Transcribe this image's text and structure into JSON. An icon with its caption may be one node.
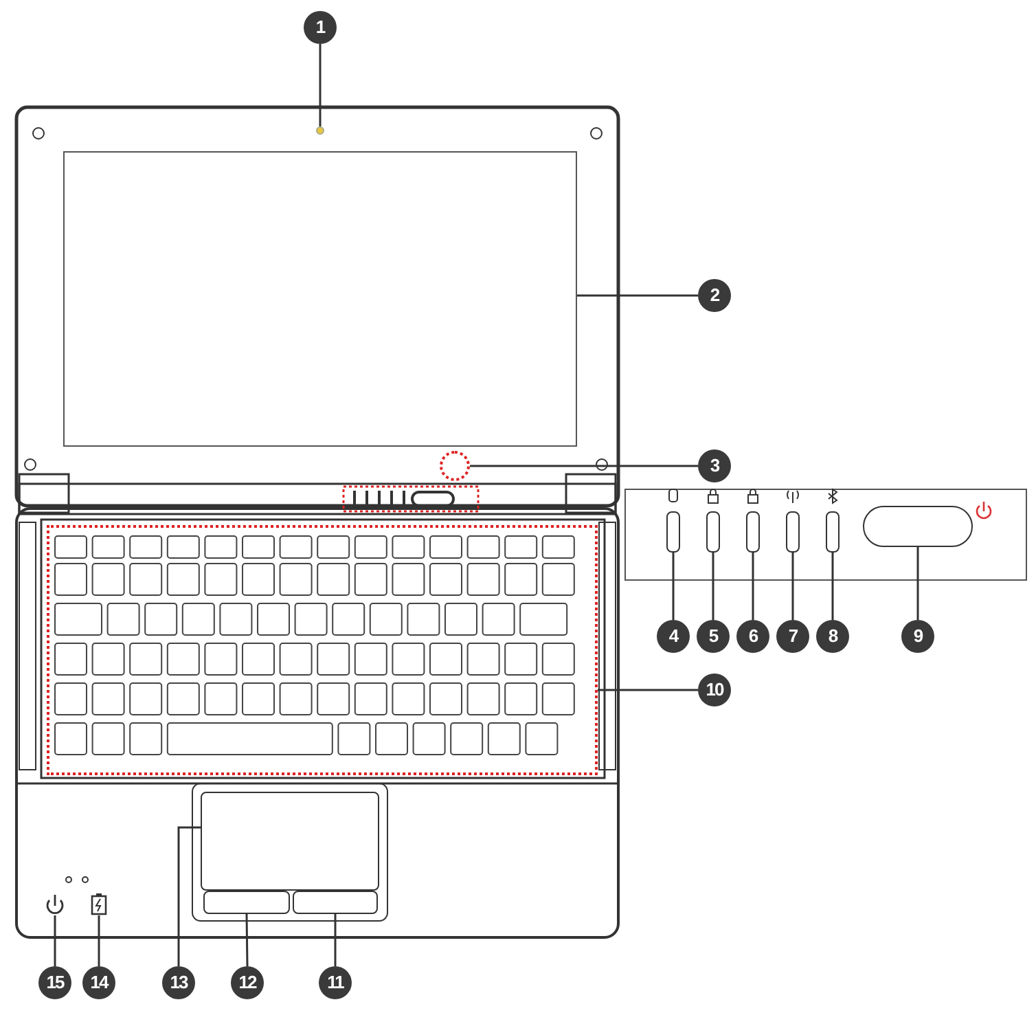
{
  "diagram": {
    "nodes": [
      {
        "text": [
          "1"
        ]
      },
      {
        "text": [
          "2"
        ]
      },
      {
        "text": [
          "3"
        ]
      },
      {
        "text": [
          "4"
        ]
      },
      {
        "text": [
          "5"
        ]
      },
      {
        "text": [
          "6"
        ]
      },
      {
        "text": [
          "7"
        ]
      },
      {
        "text": [
          "8"
        ]
      },
      {
        "text": [
          "9"
        ]
      },
      {
        "text": [
          "10"
        ]
      },
      {
        "text": [
          "11"
        ]
      },
      {
        "text": [
          "12"
        ]
      },
      {
        "text": [
          "13"
        ]
      },
      {
        "text": [
          "14"
        ]
      },
      {
        "text": [
          "15"
        ]
      },
      {
        "text": [],
        "shape": "circle"
      },
      {
        "text": [],
        "shape": "box"
      },
      {
        "text": [],
        "shape": "circle"
      },
      {
        "text": [],
        "shape": "box"
      },
      {
        "text": [],
        "shape": "box"
      },
      {
        "text": [],
        "shape": "box"
      },
      {
        "text": [],
        "shape": "box"
      },
      {
        "text": [],
        "shape": "box"
      },
      {
        "text": [],
        "shape": "box"
      },
      {
        "text": [],
        "shape": "box"
      },
      {
        "text": [],
        "shape": "box"
      },
      {
        "text": [],
        "shape": "box"
      },
      {
        "text": [],
        "shape": "box"
      },
      {
        "text": [],
        "shape": "picture"
      },
      {
        "text": [],
        "shape": "picture"
      }
    ],
    "edges": [
      {
        "from": 0,
        "to": 15,
        "arrow": "none"
      },
      {
        "from": 1,
        "to": 16,
        "arrow": "none"
      },
      {
        "from": 2,
        "to": 17,
        "arrow": "none"
      },
      {
        "from": 3,
        "to": 18,
        "arrow": "none"
      },
      {
        "from": 4,
        "to": 19,
        "arrow": "none"
      },
      {
        "from": 5,
        "to": 20,
        "arrow": "none"
      },
      {
        "from": 6,
        "to": 21,
        "arrow": "none"
      },
      {
        "from": 7,
        "to": 22,
        "arrow": "none"
      },
      {
        "from": 8,
        "to": 23,
        "arrow": "none"
      },
      {
        "from": 9,
        "to": 24,
        "arrow": "none"
      },
      {
        "from": 10,
        "to": 25,
        "arrow": "none"
      },
      {
        "from": 11,
        "to": 26,
        "arrow": "none"
      },
      {
        "from": 12,
        "to": 27,
        "arrow": "none"
      },
      {
        "from": 13,
        "to": 29,
        "arrow": "none"
      },
      {
        "from": 14,
        "to": 28,
        "arrow": "none"
      }
    ]
  }
}
